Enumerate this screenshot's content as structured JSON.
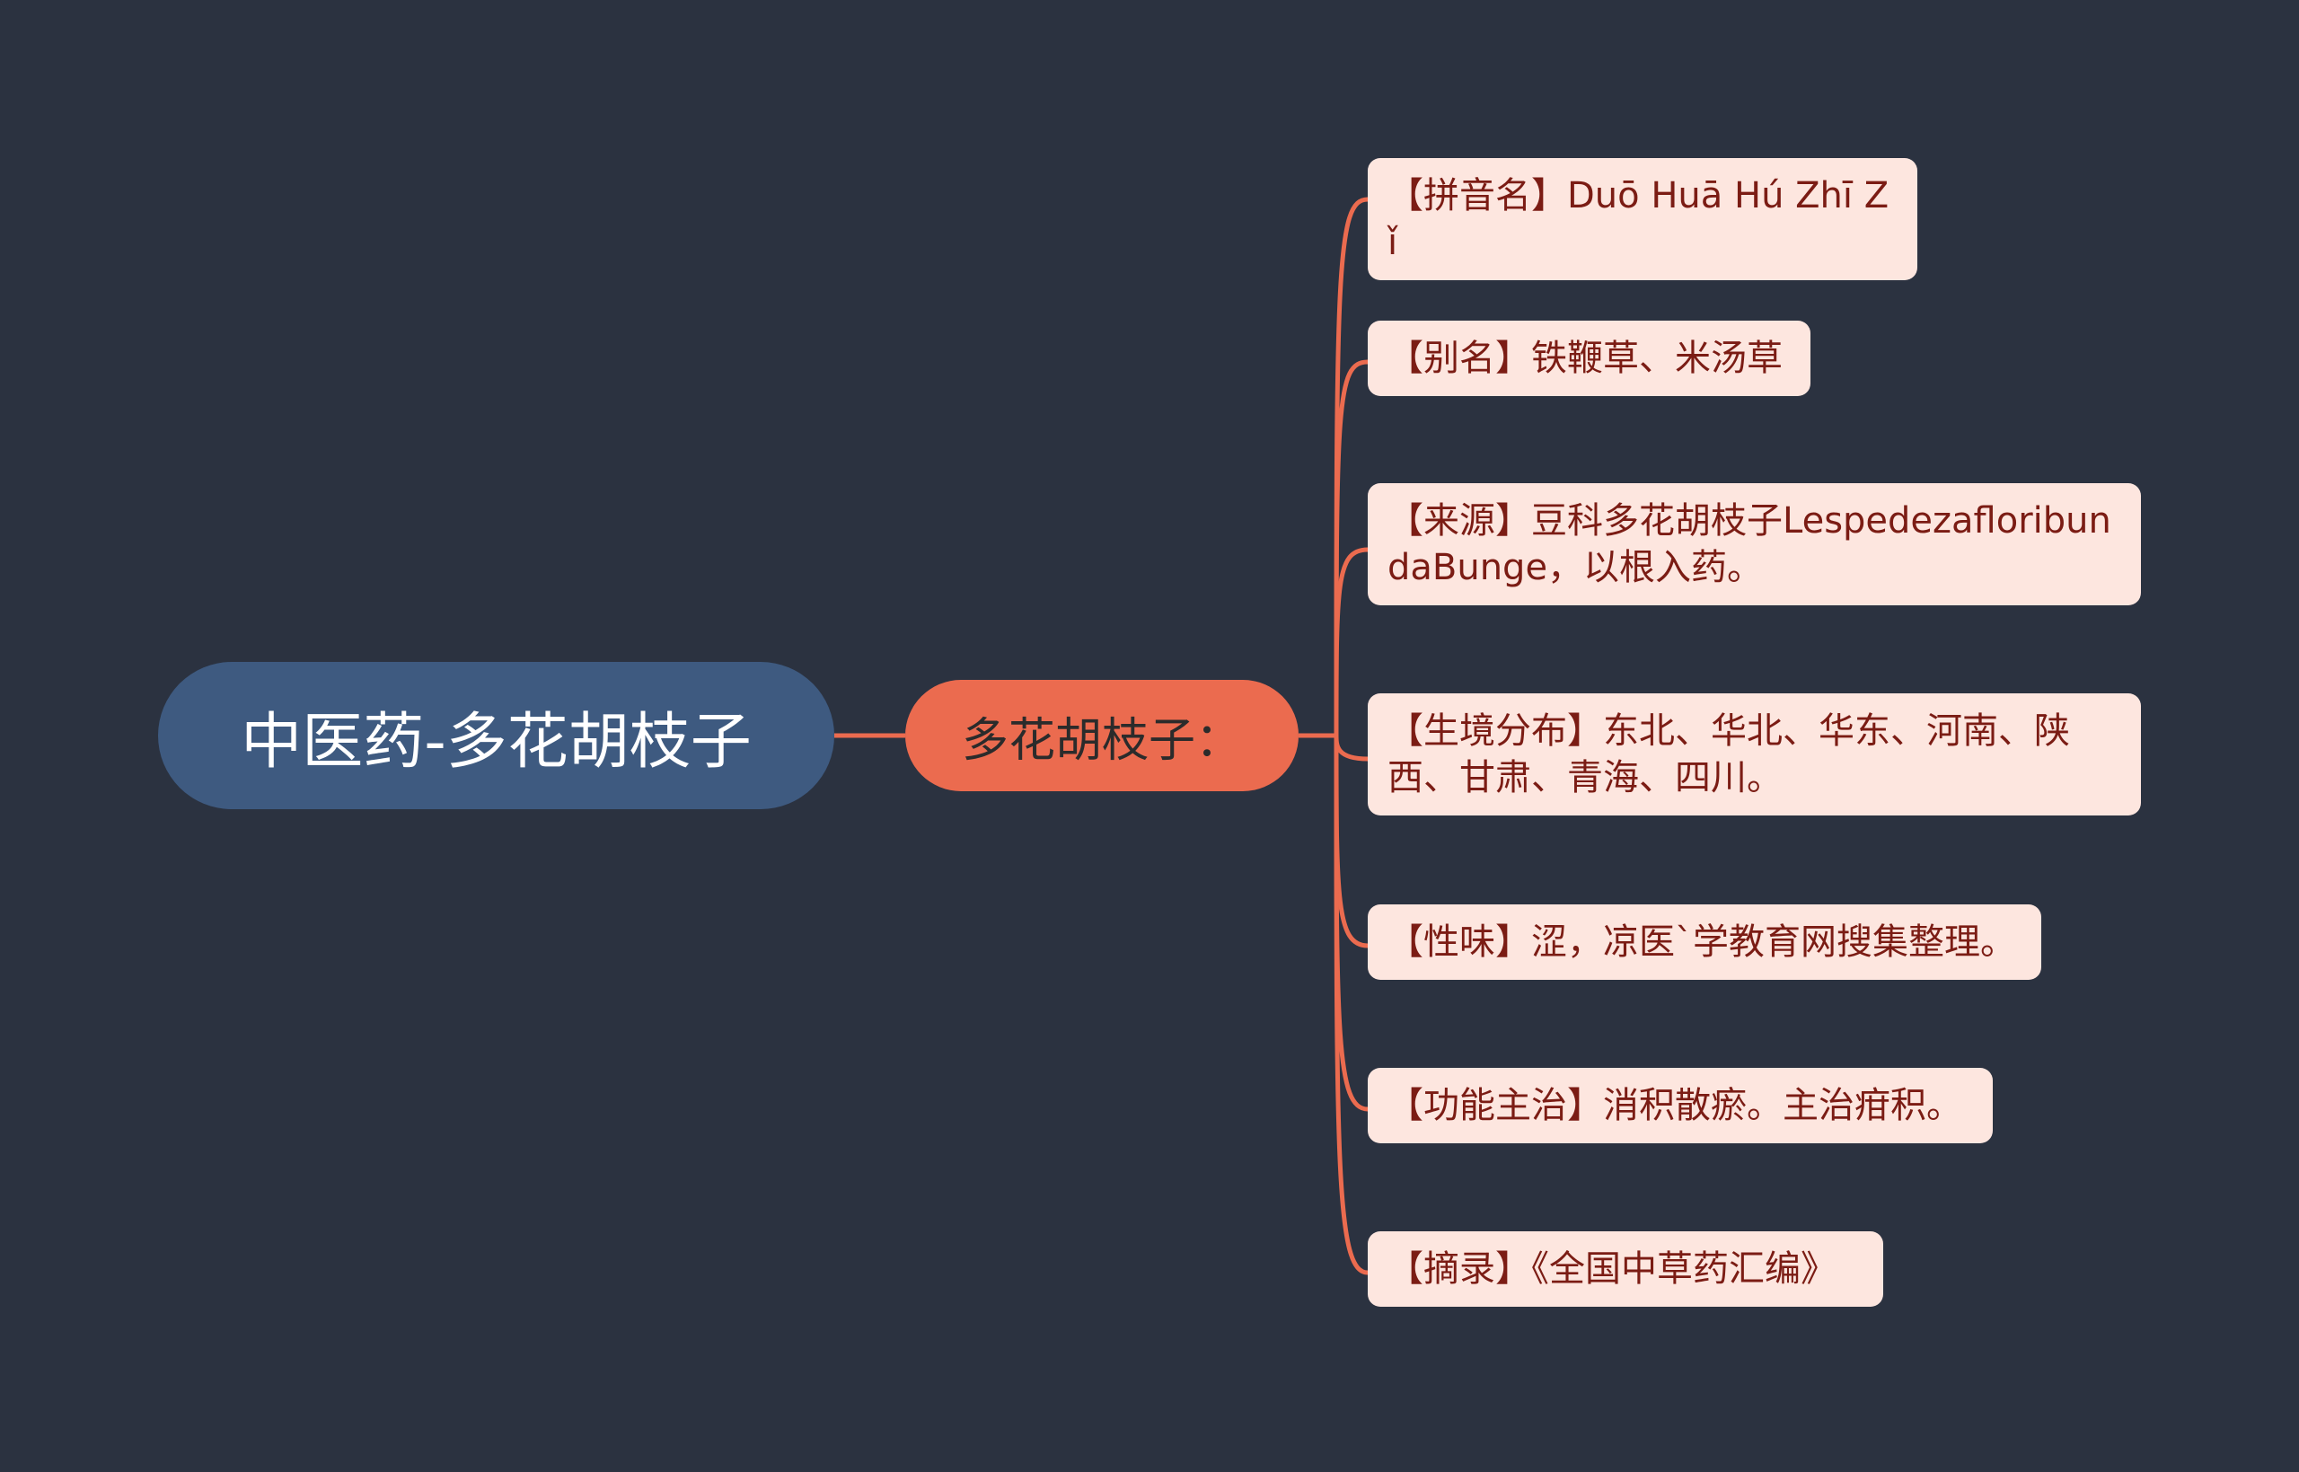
{
  "root": {
    "label": "中医药-多花胡枝子"
  },
  "main": {
    "label": "多花胡枝子："
  },
  "leaves": [
    {
      "label": "【拼音名】Duō Huā Hú Zhī Zǐ"
    },
    {
      "label": "【别名】铁鞭草、米汤草"
    },
    {
      "label": "【来源】豆科多花胡枝子LespedezafloribundaBunge，以根入药。"
    },
    {
      "label": "【生境分布】东北、华北、华东、河南、陕西、甘肃、青海、四川。"
    },
    {
      "label": "【性味】涩，凉医`学教育网搜集整理。"
    },
    {
      "label": "【功能主治】消积散瘀。主治疳积。"
    },
    {
      "label": "【摘录】《全国中草药汇编》"
    }
  ],
  "colors": {
    "background": "#2b3240",
    "root_fill": "#3e5a80",
    "main_fill": "#eb6b4f",
    "connector": "#eb6b4f",
    "leaf_fill": "#fde6df",
    "leaf_text": "#7b1c14"
  }
}
